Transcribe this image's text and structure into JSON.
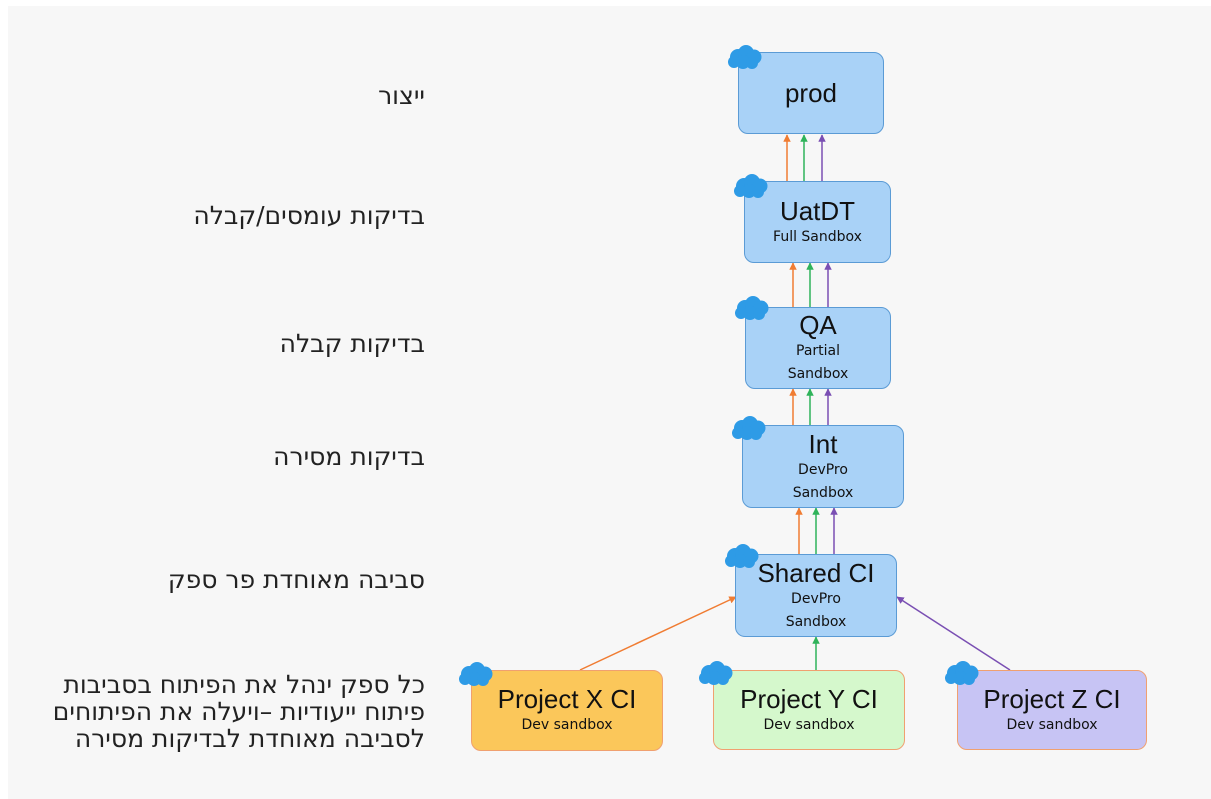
{
  "levels": {
    "prod": "ייצור",
    "uat": "בדיקות עומסים/קבלה",
    "qa": "בדיקות קבלה",
    "int": "בדיקות מסירה",
    "shared": "סביבה מאוחדת פר ספק",
    "projects": "כל ספק ינהל את הפיתוח בסביבות פיתוח ייעודיות –ויעלה את הפיתוחים לסביבה מאוחדת לבדיקות מסירה"
  },
  "nodes": {
    "prod": {
      "title": "prod"
    },
    "uatdt": {
      "title": "UatDT",
      "sub": "Full Sandbox"
    },
    "qa": {
      "title": "QA",
      "sub1": "Partial",
      "sub2": "Sandbox"
    },
    "int": {
      "title": "Int",
      "sub1": "DevPro",
      "sub2": "Sandbox"
    },
    "shared": {
      "title": "Shared CI",
      "sub1": "DevPro",
      "sub2": "Sandbox"
    },
    "project_x": {
      "title": "Project X CI",
      "sub": "Dev sandbox"
    },
    "project_y": {
      "title": "Project Y CI",
      "sub": "Dev sandbox"
    },
    "project_z": {
      "title": "Project Z CI",
      "sub": "Dev sandbox"
    }
  },
  "colors": {
    "env_fill": "#a9d2f7",
    "env_border": "#5b9bd5",
    "project_x_fill": "#fbc75a",
    "project_y_fill": "#d5f8cc",
    "project_z_fill": "#c7c4f4",
    "project_border": "#f0a070",
    "arrow_orange": "#f07c32",
    "arrow_green": "#2fb35a",
    "arrow_purple": "#7a4fb3",
    "cloud": "#2e9be6"
  },
  "icons": [
    "salesforce-cloud-icon"
  ]
}
